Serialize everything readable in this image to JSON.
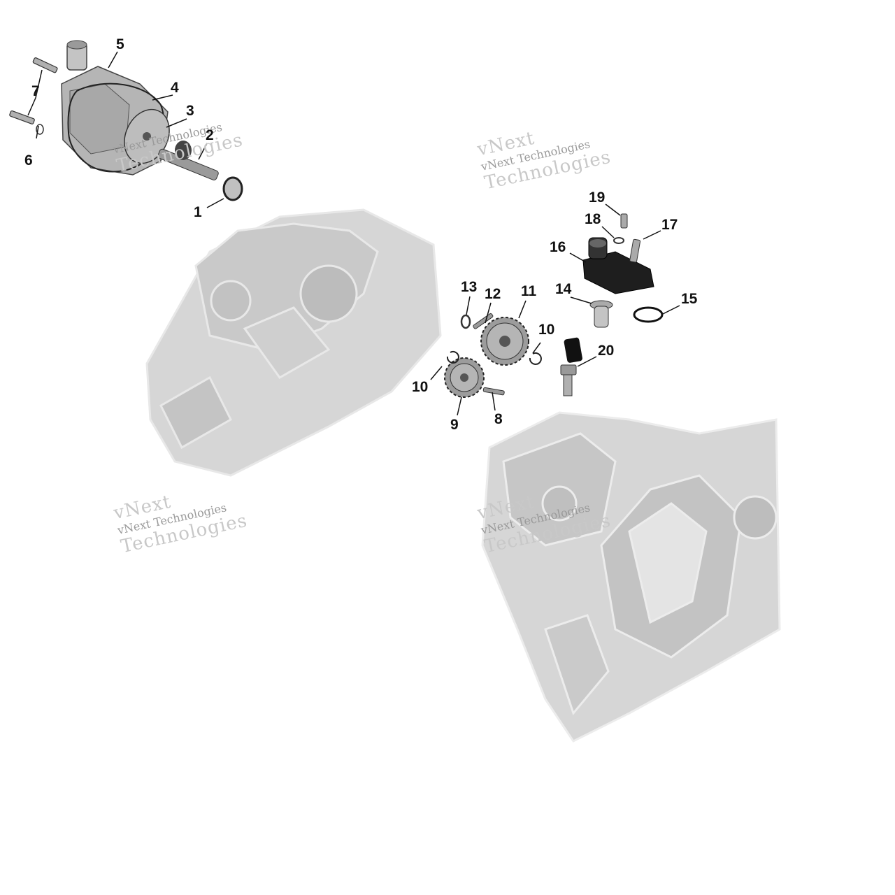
{
  "watermark": {
    "line1": "vNext Technologies",
    "line2": "Technologies",
    "line3": "vNext"
  },
  "callouts": {
    "c1": "1",
    "c2": "2",
    "c3": "3",
    "c4": "4",
    "c5": "5",
    "c6": "6",
    "c7": "7",
    "c8": "8",
    "c9": "9",
    "c10a": "10",
    "c10b": "10",
    "c11": "11",
    "c12": "12",
    "c13": "13",
    "c14": "14",
    "c15": "15",
    "c16": "16",
    "c17": "17",
    "c18": "18",
    "c19": "19",
    "c20": "20"
  },
  "colors": {
    "ghost_engine": "#d4d4d4",
    "part_dark": "#2a2a2a",
    "part_mid": "#8a8a8a",
    "part_light": "#c9c9c9",
    "leader": "#111111"
  }
}
